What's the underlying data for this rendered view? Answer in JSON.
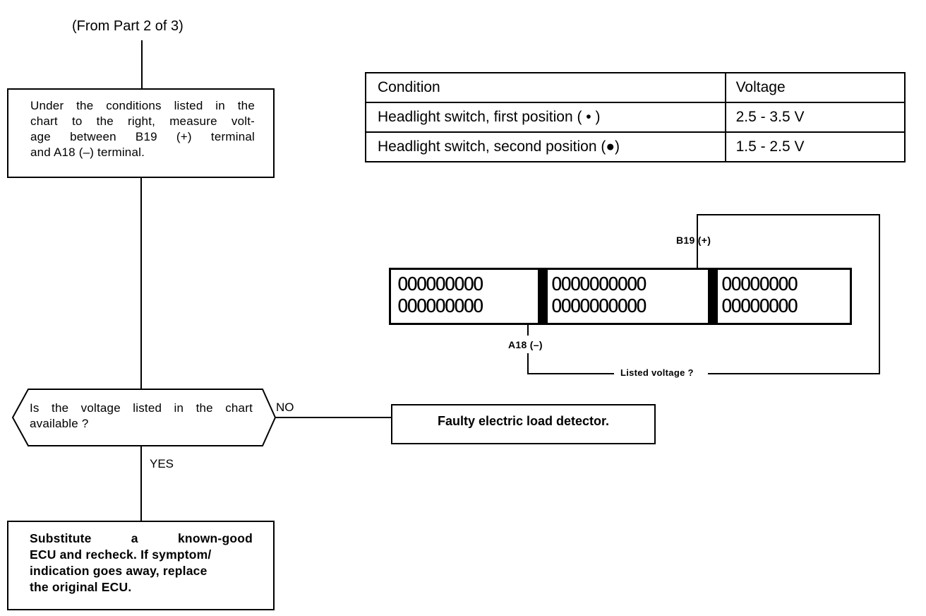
{
  "from_label": "(From Part 2 of 3)",
  "step1": {
    "lines": [
      "Under the conditions listed in the",
      "chart to the right, measure volt-",
      "age between B19 (+) terminal",
      "and A18 (–) terminal."
    ]
  },
  "table": {
    "header": [
      "Condition",
      "Voltage"
    ],
    "rows": [
      [
        "Headlight switch, first position ( • )",
        "2.5 - 3.5 V"
      ],
      [
        "Headlight switch, second position (●)",
        "1.5 - 2.5 V"
      ]
    ]
  },
  "connector": {
    "b19_label": "B19 (+)",
    "a18_label": "A18 (–)",
    "meter_label": "Listed voltage ?",
    "left_top": "OOOOOOOOO",
    "left_bottom": "OOOOOOOOO",
    "mid_top": "OOOOOOOOOO",
    "mid_bottom": "OOOOOOOOOO",
    "right_top": "OOOOOOOO",
    "right_bottom": "OOOOOOOO"
  },
  "decision": {
    "lines": [
      "Is the voltage listed in the chart",
      "available ?"
    ],
    "no_label": "NO",
    "yes_label": "YES"
  },
  "no_result": "Faulty electric load detector.",
  "yes_result": {
    "lines": [
      "Substitute a known-good",
      "ECU and recheck. If symptom/",
      "indication goes away, replace",
      "the original ECU."
    ]
  }
}
